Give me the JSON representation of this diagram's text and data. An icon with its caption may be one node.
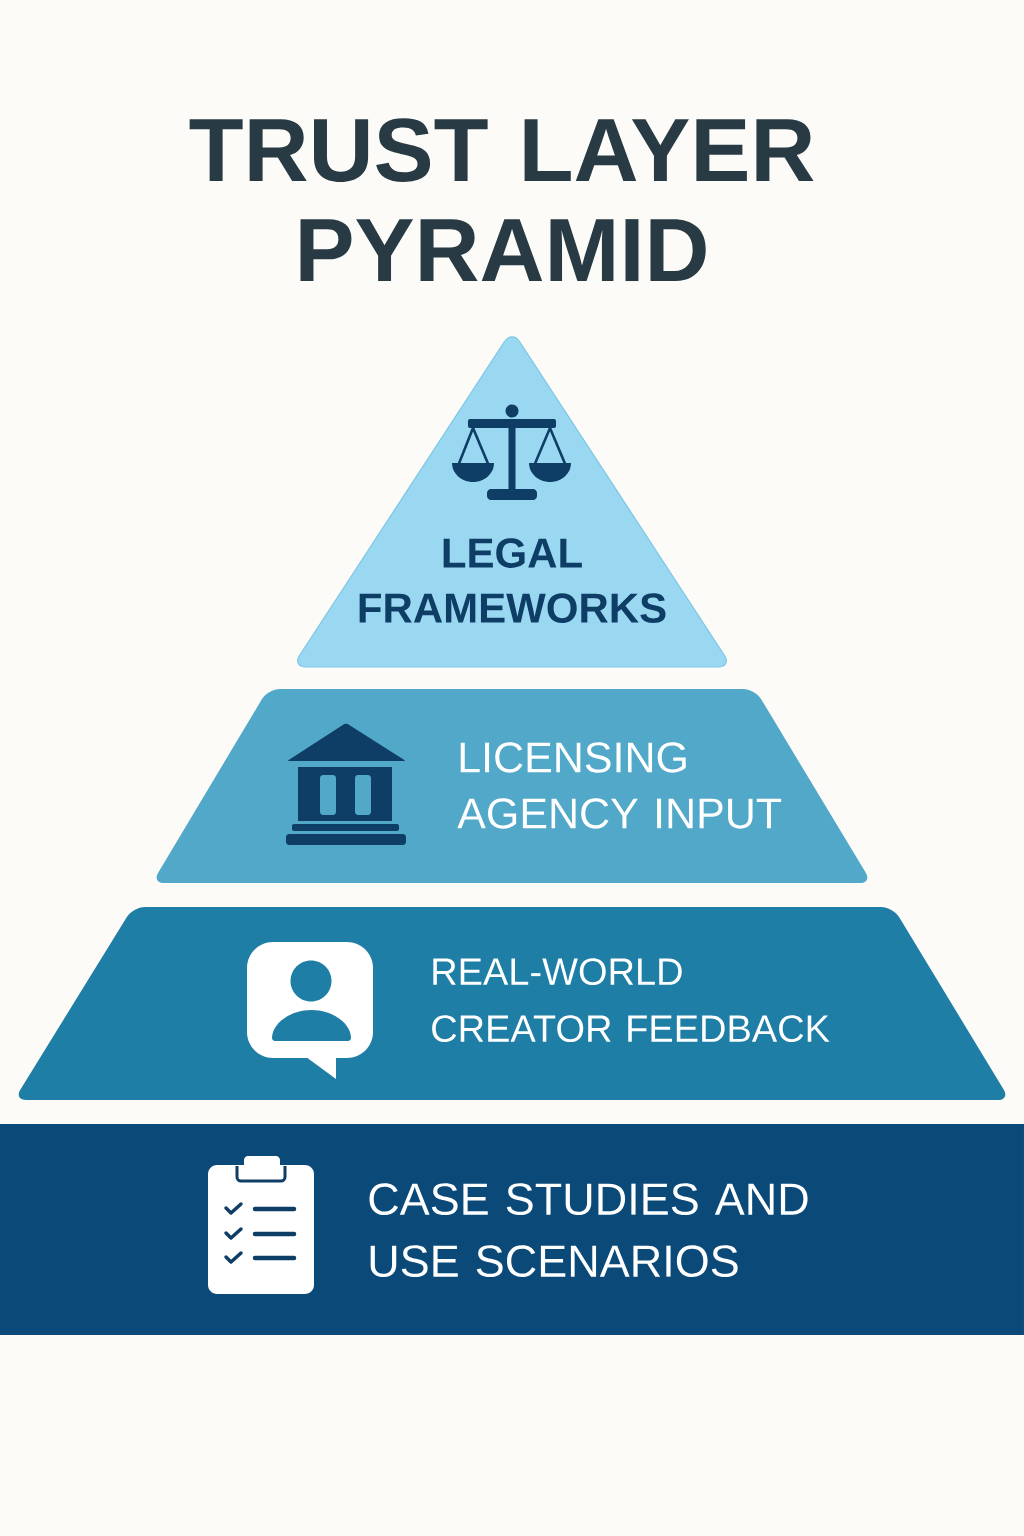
{
  "diagram": {
    "title": "TRUST LAYER PYRAMID",
    "nodes": [
      {
        "text": [
          "LEGAL FRAMEWORKS"
        ]
      },
      {
        "text": [
          "LICENSING AGENCY INPUT"
        ]
      },
      {
        "text": [
          "REAL-WORLD CREATOR FEEDBACK"
        ]
      },
      {
        "text": [
          "CASE STUDIES AND USE SCENARIOS"
        ]
      }
    ]
  }
}
